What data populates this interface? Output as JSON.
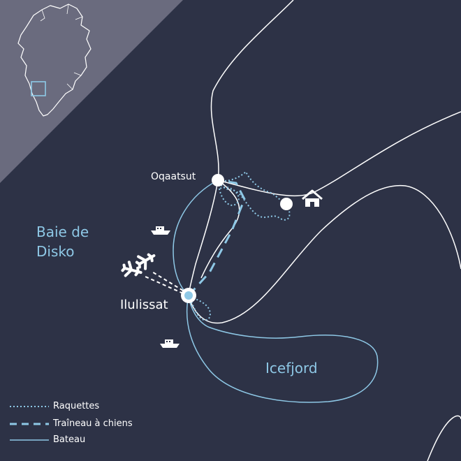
{
  "colors": {
    "background": "#2d3246",
    "inset_panel": "#6a6b7e",
    "route_light_blue": "#8ec8e6",
    "coast_white": "#ffffff"
  },
  "places": {
    "oqaatsut": "Oqaatsut",
    "ilulissat": "Ilulissat"
  },
  "water": {
    "disko_line1": "Baie de",
    "disko_line2": "Disko",
    "icefjord": "Icefjord"
  },
  "icons": [
    "greenland-inset-map",
    "house-icon",
    "airplane-icon",
    "boat-icon"
  ],
  "legend": {
    "raquettes": "Raquettes",
    "traineau": "Traîneau à chiens",
    "bateau": "Bateau"
  }
}
